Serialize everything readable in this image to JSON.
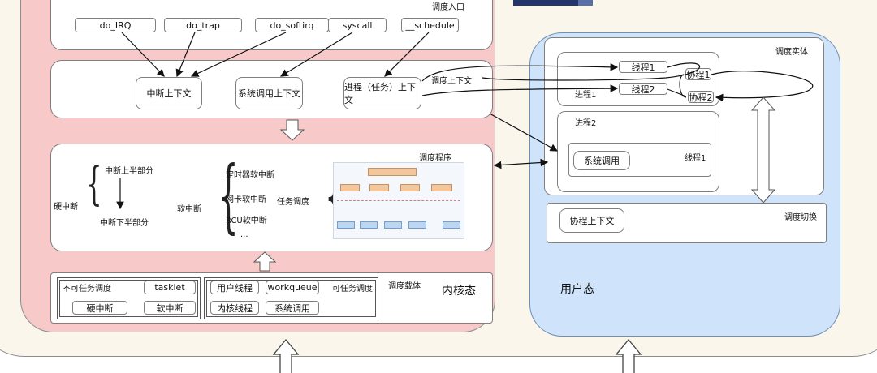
{
  "kernel": {
    "title": "内核态",
    "entry": {
      "label": "调度入口",
      "items": [
        "do_IRQ",
        "do_trap",
        "do_softirq",
        "syscall",
        "__schedule"
      ]
    },
    "context": {
      "label": "调度上下文",
      "items": [
        "中断上下文",
        "系统调用上下文",
        "进程（任务）上下文"
      ]
    },
    "program": {
      "label": "调度程序",
      "hard_irq": "硬中断",
      "top_half": "中断上半部分",
      "bottom_half": "中断下半部分",
      "soft_irq": "软中断",
      "soft_items": [
        "定时器软中断",
        "网卡软中断",
        "RCU软中断",
        "..."
      ],
      "task_sched": "任务调度"
    },
    "carrier": {
      "label": "调度载体",
      "non_task": "不可任务调度",
      "tasklet": "tasklet",
      "hard_irq": "硬中断",
      "soft_irq": "软中断",
      "task": "可任务调度",
      "user_thread": "用户线程",
      "workqueue": "workqueue",
      "kernel_thread": "内核线程",
      "syscall": "系统调用"
    }
  },
  "user": {
    "title": "用户态",
    "entity": {
      "label": "调度实体",
      "process1": "进程1",
      "thread1": "线程1",
      "thread2": "线程2",
      "coroutine1": "协程1",
      "coroutine2": "协程2",
      "process2": "进程2",
      "p2_thread1": "线程1",
      "syscall": "系统调用"
    },
    "switch": {
      "label": "调度切换",
      "context": "协程上下文"
    }
  },
  "colors": {
    "kernel_bg": "#f7c9c9",
    "user_bg": "#cfe4fb",
    "outer_bg": "#fbf6ec"
  }
}
